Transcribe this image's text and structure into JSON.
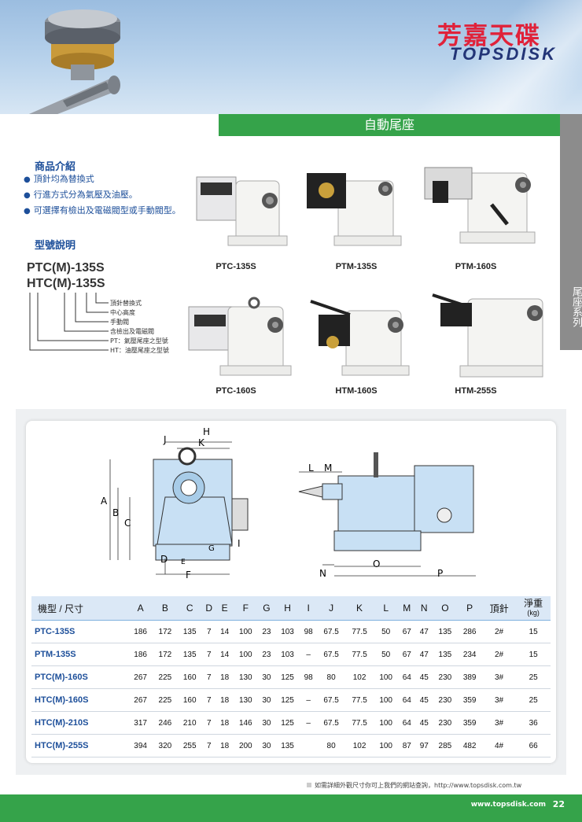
{
  "brand": {
    "name_cn": "芳嘉天碟",
    "name_en": "TOPSDISK"
  },
  "title": "自動尾座",
  "side_tab": "尾座系列",
  "intro": {
    "heading": "商品介紹",
    "features": [
      "頂針均為替換式",
      "行進方式分為氣壓及油壓。",
      "可選擇有檢出及電磁閥型或手動閥型。"
    ]
  },
  "model_explain": {
    "heading": "型號說明",
    "model1": "PTC(M)-135S",
    "model2": "HTC(M)-135S",
    "items": [
      "頂針替換式",
      "中心高度",
      "手動閥",
      "含檢出及電磁閥",
      "PT：氣壓尾座之型號",
      "HT：油壓尾座之型號"
    ]
  },
  "products": [
    {
      "caption": "PTC-135S"
    },
    {
      "caption": "PTM-135S"
    },
    {
      "caption": "PTM-160S"
    },
    {
      "caption": "PTC-160S"
    },
    {
      "caption": "HTM-160S"
    },
    {
      "caption": "HTM-255S"
    }
  ],
  "drawing_labels": {
    "front": [
      "H",
      "J",
      "K",
      "A",
      "B",
      "C",
      "D",
      "E",
      "F",
      "G",
      "I"
    ],
    "side": [
      "L",
      "M",
      "N",
      "O",
      "P"
    ]
  },
  "table": {
    "header_model": "機型 / 尺寸",
    "columns": [
      "A",
      "B",
      "C",
      "D",
      "E",
      "F",
      "G",
      "H",
      "I",
      "J",
      "K",
      "L",
      "M",
      "N",
      "O",
      "P",
      "頂針"
    ],
    "weight_label": "淨重",
    "weight_unit": "(kg)",
    "rows": [
      {
        "model": "PTC-135S",
        "vals": [
          "186",
          "172",
          "135",
          "7",
          "14",
          "100",
          "23",
          "103",
          "98",
          "67.5",
          "77.5",
          "50",
          "67",
          "47",
          "135",
          "286",
          "2#",
          "15"
        ]
      },
      {
        "model": "PTM-135S",
        "vals": [
          "186",
          "172",
          "135",
          "7",
          "14",
          "100",
          "23",
          "103",
          "–",
          "67.5",
          "77.5",
          "50",
          "67",
          "47",
          "135",
          "234",
          "2#",
          "15"
        ]
      },
      {
        "model": "PTC(M)-160S",
        "vals": [
          "267",
          "225",
          "160",
          "7",
          "18",
          "130",
          "30",
          "125",
          "98",
          "80",
          "102",
          "100",
          "64",
          "45",
          "230",
          "389",
          "3#",
          "25"
        ]
      },
      {
        "model": "HTC(M)-160S",
        "vals": [
          "267",
          "225",
          "160",
          "7",
          "18",
          "130",
          "30",
          "125",
          "–",
          "67.5",
          "77.5",
          "100",
          "64",
          "45",
          "230",
          "359",
          "3#",
          "25"
        ]
      },
      {
        "model": "HTC(M)-210S",
        "vals": [
          "317",
          "246",
          "210",
          "7",
          "18",
          "146",
          "30",
          "125",
          "–",
          "67.5",
          "77.5",
          "100",
          "64",
          "45",
          "230",
          "359",
          "3#",
          "36"
        ]
      },
      {
        "model": "HTC(M)-255S",
        "vals": [
          "394",
          "320",
          "255",
          "7",
          "18",
          "200",
          "30",
          "135",
          "",
          "80",
          "102",
          "100",
          "87",
          "97",
          "285",
          "482",
          "4#",
          "66"
        ]
      }
    ]
  },
  "footnote": "如需詳細外觀尺寸你可上我們的網站查詢，http://www.topsdisk.com.tw",
  "footer": {
    "url": "www.topsdisk.com",
    "page": "22"
  },
  "colors": {
    "green": "#35a34a",
    "blue_text": "#1d4f9a",
    "header_blue": "#9bbde0",
    "brand_red": "#e0223a",
    "brand_navy": "#233577"
  }
}
